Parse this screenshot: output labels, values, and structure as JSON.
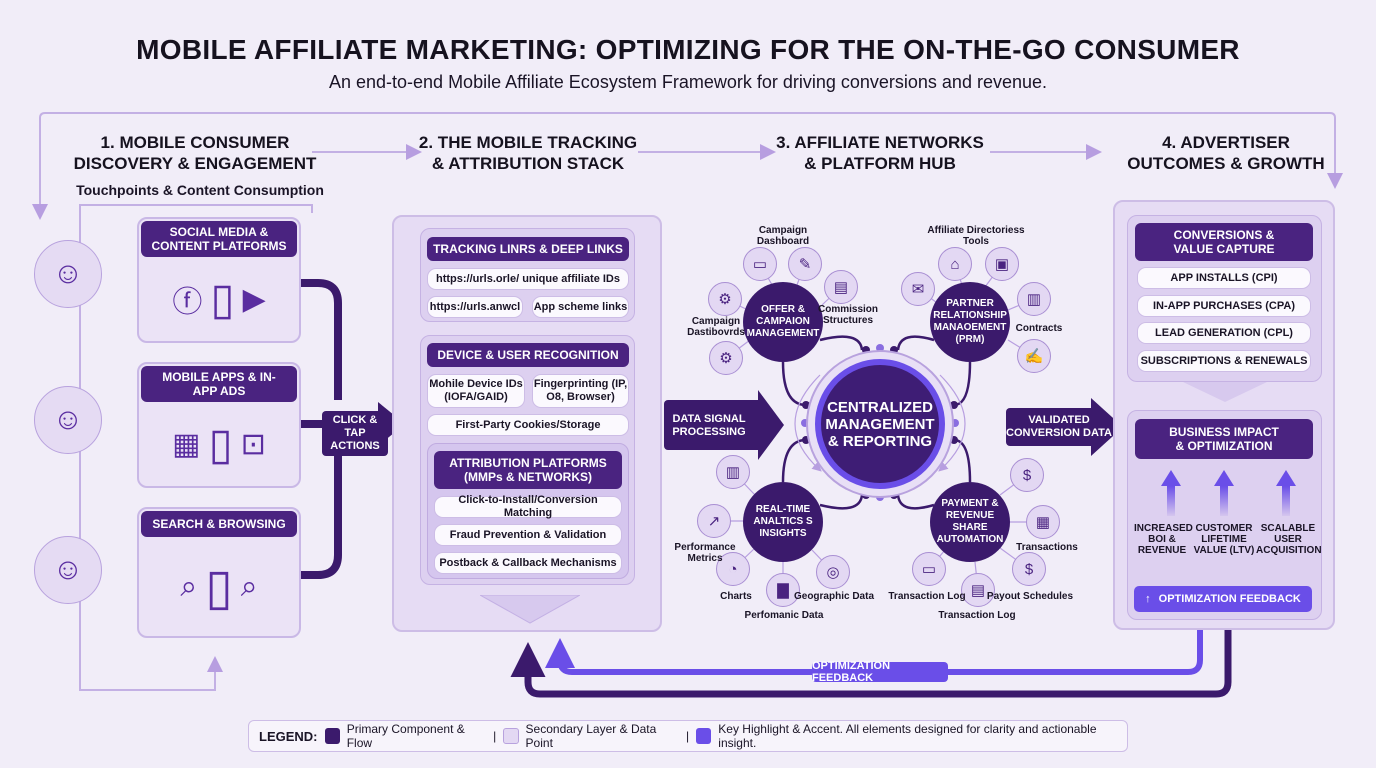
{
  "title": "MOBILE AFFILIATE MARKETING: OPTIMIZING FOR THE ON-THE-GO CONSUMER",
  "subtitle": "An end-to-end Mobile Affiliate Ecosystem Framework for driving conversions and revenue.",
  "colors": {
    "primary": "#3b1a6c",
    "secondary": "#e3d8f3",
    "accent": "#6a4ee8",
    "background": "#f1edf8"
  },
  "sections": [
    {
      "line1": "1. MOBILE CONSUMER",
      "line2": "DISCOVERY & ENGAGEMENT"
    },
    {
      "line1": "2. THE MOBILE TRACKING",
      "line2": "& ATTRIBUTION STACK"
    },
    {
      "line1": "3. AFFILIATE NETWORKS",
      "line2": "& PLATFORM HUB"
    },
    {
      "line1": "4. ADVERTISER",
      "line2": "OUTCOMES & GROWTH"
    }
  ],
  "col1": {
    "subtitle": "Touchpoints & Content Consumption",
    "cards": [
      {
        "title": "SOCIAL MEDIA & CONTENT PLATFORMS",
        "icon": "social-phone-illustration"
      },
      {
        "title": "MOBILE APPS & IN-APP ADS",
        "icon": "in-app-ads-illustration"
      },
      {
        "title": "SEARCH & BROWSING",
        "icon": "search-illustration"
      }
    ],
    "action_label": "CLICK & TAP ACTIONS"
  },
  "col2": {
    "tracking": {
      "title": "TRACKING LINRS & DEEP LINKS",
      "items": [
        "https://urls.orle/ unique affiliate IDs",
        "https://urls.anwcl",
        "App scheme links"
      ]
    },
    "device": {
      "title": "DEVICE & USER RECOGNITION",
      "items": [
        "Mohile Device IDs (IOFA/GAID)",
        "Fingerprinting (IP, O8, Browser)",
        "First-Party Cookies/Storage"
      ]
    },
    "attribution": {
      "title": "ATTRIBUTION PLATFORMS (MMPs & NETWORKS)",
      "items": [
        "Click-to-Install/Conversion Matching",
        "Fraud Prevention & Validation",
        "Postback & Callback Mechanisms"
      ]
    }
  },
  "col3": {
    "input_label": "DATA SIGNAL PROCESSING",
    "output_label": "VALIDATED CONVERSION DATA",
    "center": "CENTRALIZED MANAGEMENT & REPORTING",
    "satellites": [
      "OFFER & CAMPAION MANAGEMENT",
      "PARTNER RELATIONSHIP MANAOEMENT (PRM)",
      "REAL-TIME ANALTICS S INSIGHTS",
      "PAYMENT & REVENUE SHARE AUTOMATION"
    ],
    "labels": [
      "Campaign Dashboard",
      "Affiliate Directoriess Tools",
      "Commission Structures",
      "Campaign Dastibovrds",
      "Contracts",
      "Performance Metrics",
      "Charts",
      "Perfomanic Data",
      "Geographic Data",
      "Transaction Log",
      "Transaction Log",
      "Payout Schedules",
      "Transactions"
    ]
  },
  "col4": {
    "conversions": {
      "title": "CONVERSIONS & VALUE CAPTURE",
      "items": [
        "APP INSTALLS (CPI)",
        "IN-APP PURCHASES (CPA)",
        "LEAD GENERATION (CPL)",
        "SUBSCRIPTIONS & RENEWALS"
      ]
    },
    "impact": {
      "title": "BUSINESS IMPACT & OPTIMIZATION",
      "metrics": [
        "INCREASED BOI & REVENUE",
        "CUSTOMER LIFETIME VALUE (LTV)",
        "SCALABLE USER ACQUISITION"
      ],
      "feedback": "OPTIMIZATION FEEDBACK"
    }
  },
  "feedback_label": "OPTIMIZATION FEEDBACK",
  "legend": {
    "label": "LEGEND:",
    "items": [
      "Primary Component & Flow",
      "Secondary Layer & Data Point",
      "Key Highlight & Accent. All elements designed for clarity and actionable insight."
    ],
    "separator": "|"
  }
}
